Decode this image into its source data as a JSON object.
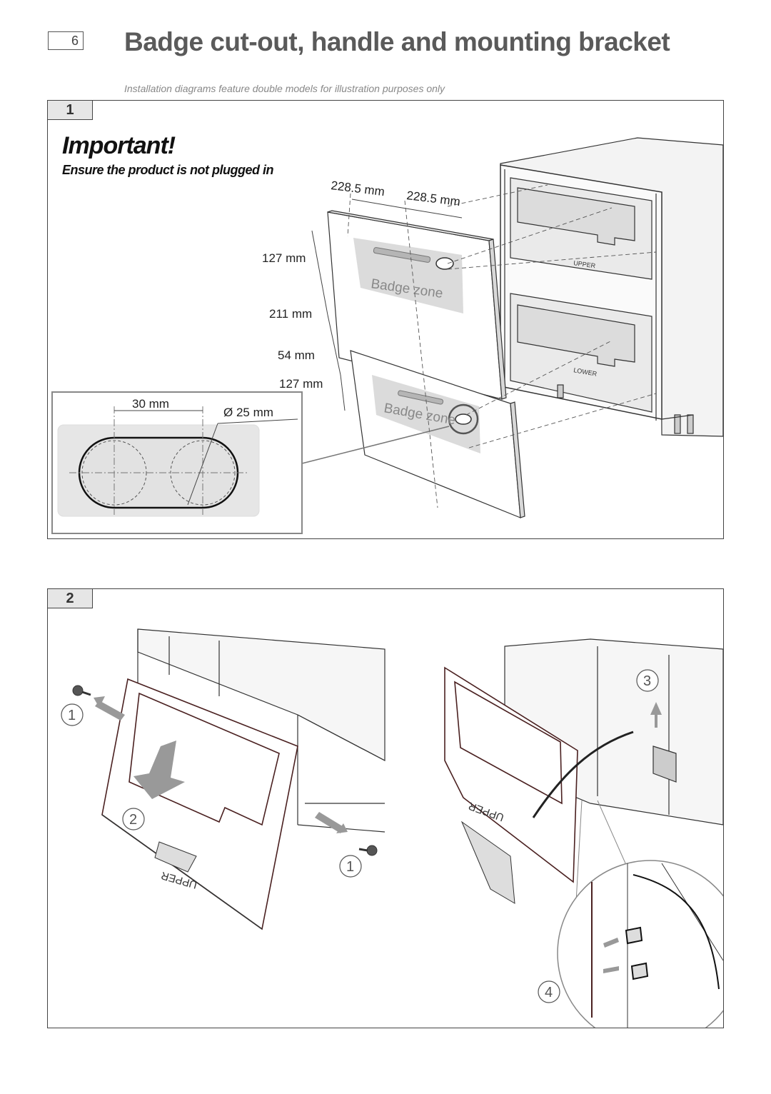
{
  "header": {
    "page_number": "6",
    "title": "Badge cut-out, handle and mounting bracket",
    "subtitle": "Installation diagrams feature double models for illustration purposes only"
  },
  "step1": {
    "label": "1",
    "important": "Important!",
    "warning": "Ensure the product is not plugged in",
    "dim_width_1": "228.5 mm",
    "dim_width_2": "228.5 mm",
    "dim_top": "127 mm",
    "dim_211": "211 mm",
    "dim_54": "54 mm",
    "dim_bottom": "127 mm",
    "badge_zone": "Badge zone",
    "detail_width": "30 mm",
    "detail_diameter": "Ø 25 mm",
    "drawer_upper_label": "UPPER",
    "drawer_lower_label": "LOWER"
  },
  "step2": {
    "label": "2",
    "callouts": [
      "1",
      "2",
      "1",
      "3",
      "4"
    ],
    "bracket_label": "UPPER"
  }
}
